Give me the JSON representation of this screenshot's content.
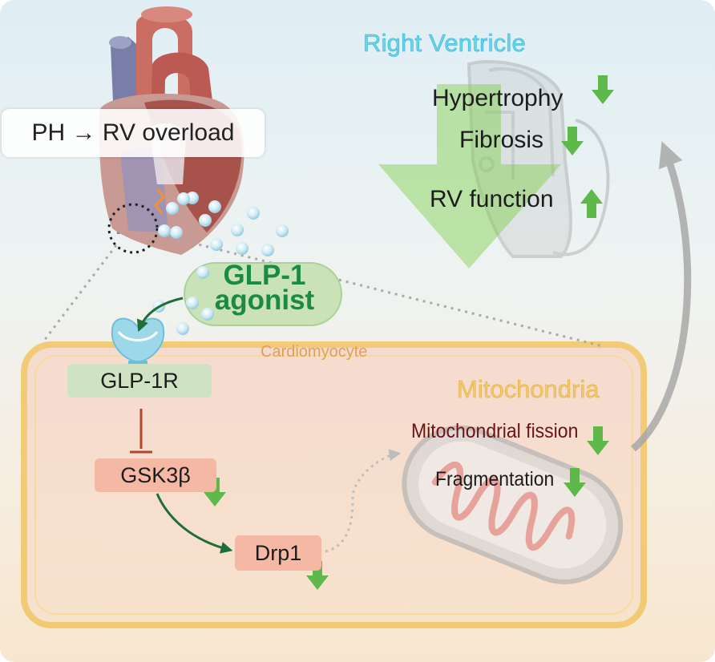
{
  "labels": {
    "ph_overload": "PH → RV overload",
    "right_ventricle": "Right Ventricle",
    "hypertrophy": "Hypertrophy",
    "fibrosis": "Fibrosis",
    "rv_function": "RV function",
    "glp1_agonist_line1": "GLP-1",
    "glp1_agonist_line2": "agonist",
    "cardiomyocyte": "Cardiomyocyte",
    "glp1r": "GLP-1R",
    "gsk3b": "GSK3β",
    "drp1": "Drp1",
    "mitochondria": "Mitochondria",
    "mito_fission": "Mitochondrial fission",
    "fragmentation": "Fragmentation"
  },
  "colors": {
    "arrow_green": "#5fb84a",
    "pathway_green": "#1f6e3a",
    "inhibit_red": "#b5432c",
    "rv_title": "#6cd3ea",
    "mito_title": "#f2c86a"
  },
  "effects": {
    "hypertrophy": "down",
    "fibrosis": "down",
    "rv_function": "up",
    "gsk3b": "down",
    "drp1": "down",
    "mito_fission": "down",
    "fragmentation": "down"
  }
}
